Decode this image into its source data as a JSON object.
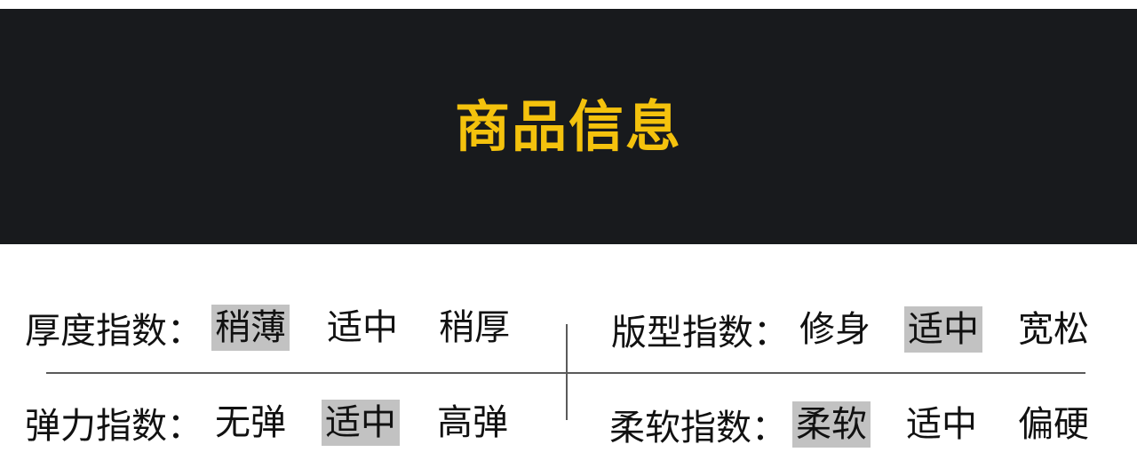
{
  "header": {
    "title": "商品信息",
    "background": "#181a1d",
    "title_color": "#f4c20d"
  },
  "selected_highlight_color": "#c2c2c2",
  "indices": [
    {
      "label": "厚度指数：",
      "options": [
        "稍薄",
        "适中",
        "稍厚"
      ],
      "selected": "稍薄"
    },
    {
      "label": "版型指数：",
      "options": [
        "修身",
        "适中",
        "宽松"
      ],
      "selected": "适中"
    },
    {
      "label": "弹力指数：",
      "options": [
        "无弹",
        "适中",
        "高弹"
      ],
      "selected": "适中"
    },
    {
      "label": "柔软指数：",
      "options": [
        "柔软",
        "适中",
        "偏硬"
      ],
      "selected": "柔软"
    }
  ]
}
